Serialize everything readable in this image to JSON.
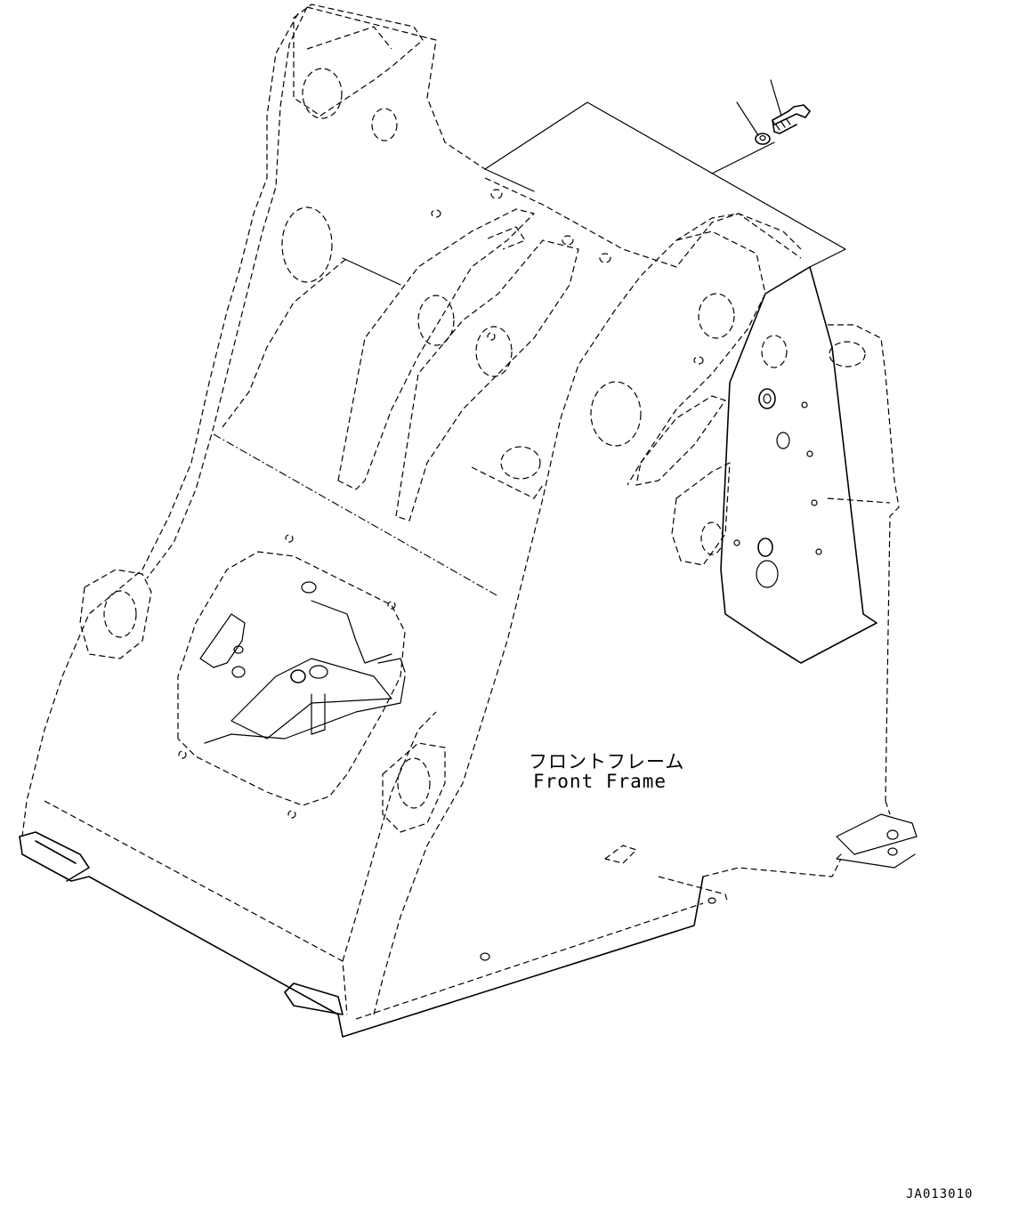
{
  "part": {
    "name_jp": "フロントフレーム",
    "name_en": "Front Frame"
  },
  "drawing": {
    "code": "JA013010"
  }
}
